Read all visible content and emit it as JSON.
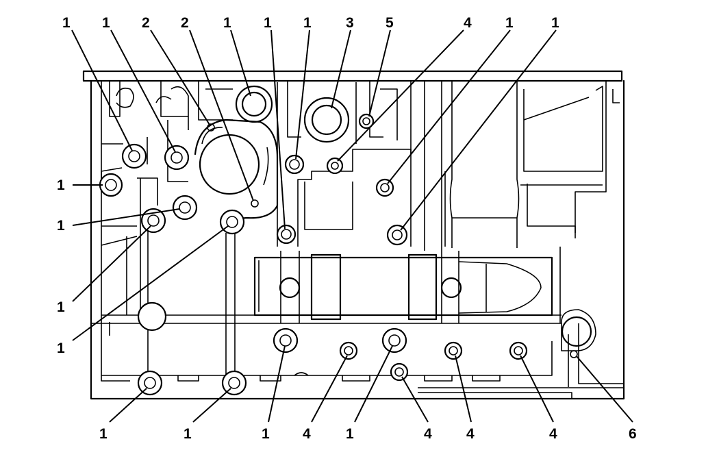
{
  "callouts": {
    "c1": "1",
    "c2": "1",
    "c3": "2",
    "c4": "2",
    "c5": "1",
    "c6": "1",
    "c7": "1",
    "c8": "3",
    "c9": "5",
    "c10": "4",
    "c11": "1",
    "c12": "1",
    "c13": "1",
    "c14": "1",
    "c15": "1",
    "c16": "1",
    "c17": "1",
    "c18": "1",
    "c19": "1",
    "c20": "4",
    "c21": "1",
    "c22": "4",
    "c23": "4",
    "c24": "4",
    "c25": "6"
  }
}
